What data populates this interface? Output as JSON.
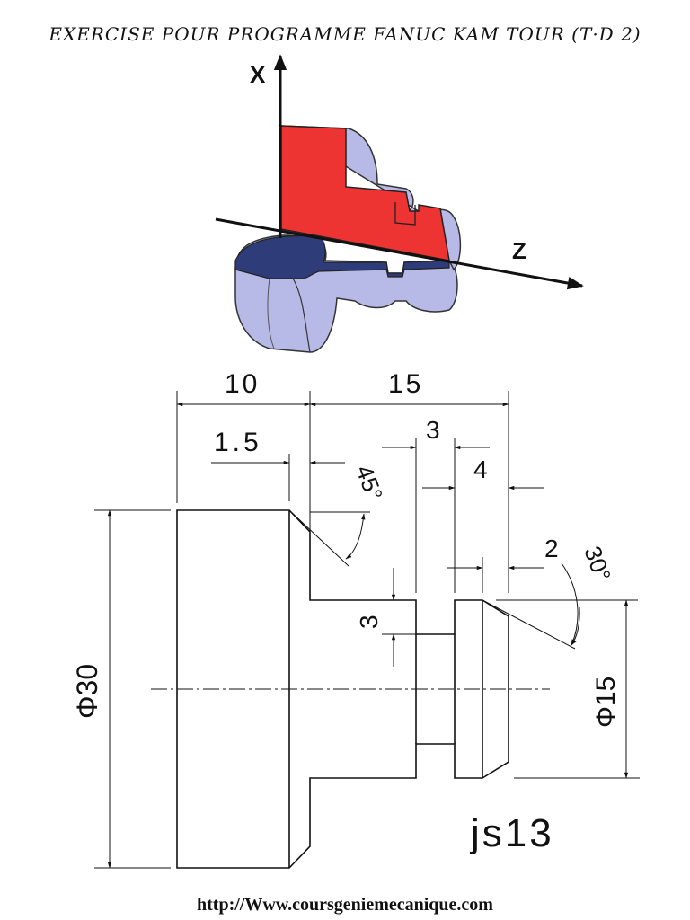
{
  "header": {
    "title": "EXERCISE POUR PROGRAMME FANUC KAM TOUR (T·D 2)"
  },
  "model3d": {
    "axis_x": "X",
    "axis_z": "Z",
    "colors": {
      "section": "#ee3333",
      "body": "#b7b9e6",
      "bottom": "#2f3c7a"
    }
  },
  "drawing": {
    "dim_10": "10",
    "dim_15": "15",
    "dim_1_5": "1.5",
    "dim_3_top": "3",
    "dim_4": "4",
    "dim_2": "2",
    "angle_45": "45°",
    "angle_30": "30°",
    "dim_3_side": "3",
    "dia_30": "Φ30",
    "dia_15": "Φ15",
    "tolerance": "js13"
  },
  "footer": {
    "url": "http://Www.coursgeniemecanique.com"
  }
}
